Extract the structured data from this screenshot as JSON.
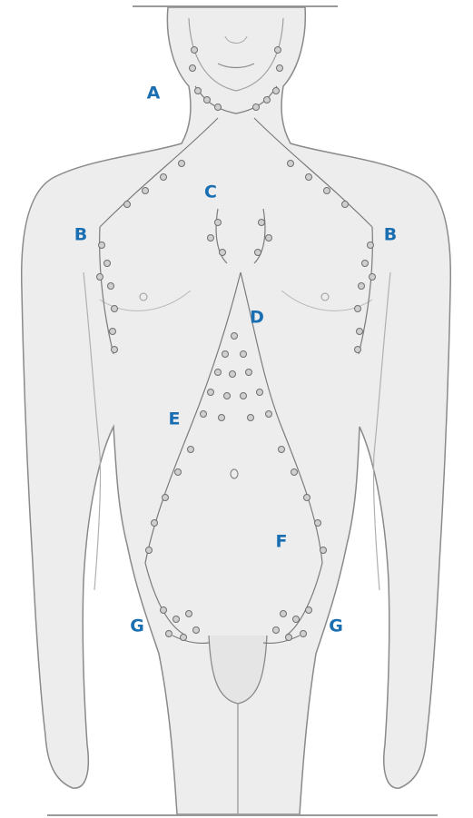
{
  "labels": {
    "a": "A",
    "b_left": "B",
    "b_right": "B",
    "c": "C",
    "d": "D",
    "e": "E",
    "f": "F",
    "g_left": "G",
    "g_right": "G"
  },
  "colors": {
    "label": "#1a6fb3",
    "skin": "#ededed",
    "outline": "#8a8a8a",
    "node": "#9a9a9a",
    "vessel": "#7c7c7c"
  }
}
